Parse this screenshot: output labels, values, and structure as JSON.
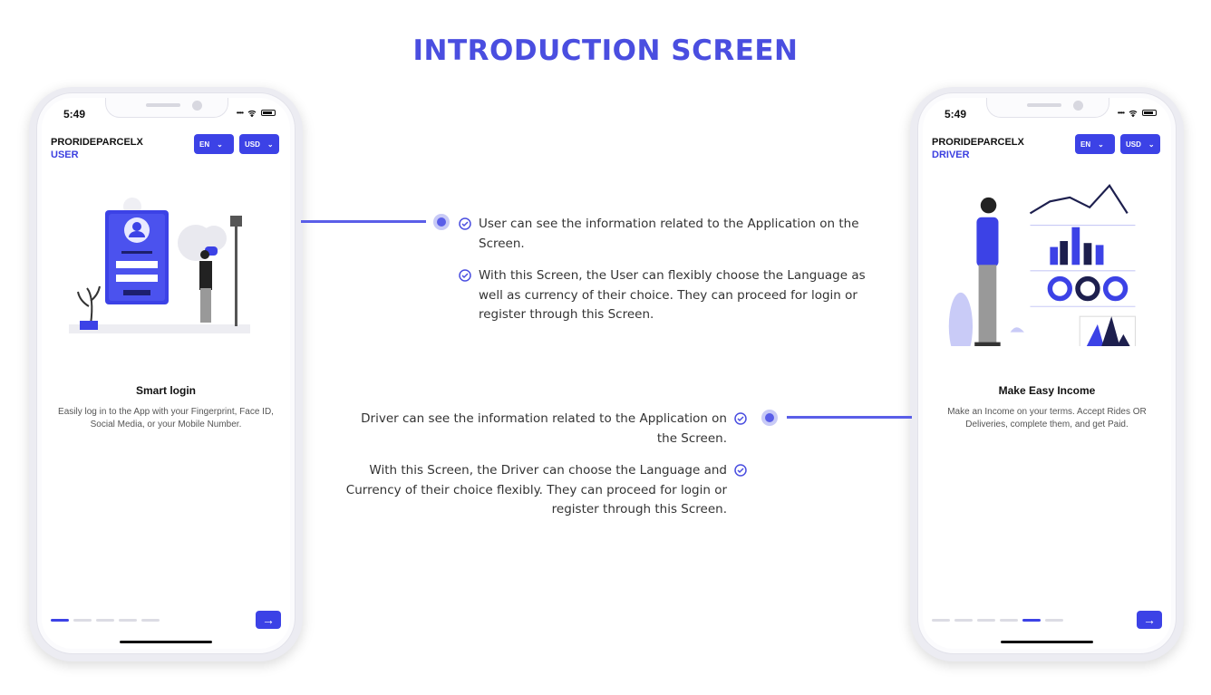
{
  "page_title": "INTRODUCTION SCREEN",
  "status_bar": {
    "time": "5:49"
  },
  "left_phone": {
    "brand": "PRORIDEPARCELX",
    "role": "USER",
    "language": "EN",
    "currency": "USD",
    "slide_title": "Smart login",
    "slide_desc": "Easily log in to the App with your Fingerprint, Face ID, Social Media, or your Mobile Number.",
    "active_dot": 1,
    "dots": 5
  },
  "right_phone": {
    "brand": "PRORIDEPARCELX",
    "role": "DRIVER",
    "language": "EN",
    "currency": "USD",
    "slide_title": "Make Easy Income",
    "slide_desc": "Make an Income on your terms. Accept Rides OR Deliveries, complete them, and get Paid.",
    "active_dot": 5,
    "dots": 6
  },
  "user_notes": [
    "User can see the information related to the Application on the Screen.",
    "With this Screen, the User can flexibly choose the Language as well as currency of their choice. They can proceed for login or register through this Screen."
  ],
  "driver_notes": [
    "Driver can see the information related to the Application on the Screen.",
    "With this Screen, the Driver can choose the Language and Currency of their choice flexibly. They can proceed for login or register through this Screen."
  ],
  "colors": {
    "accent": "#3c42e6",
    "title": "#4a4ee0",
    "connector": "#5a5ee8"
  },
  "icons": [
    "check-circle-icon",
    "arrow-right-icon",
    "chevron-down-icon",
    "wifi-icon",
    "battery-icon"
  ]
}
